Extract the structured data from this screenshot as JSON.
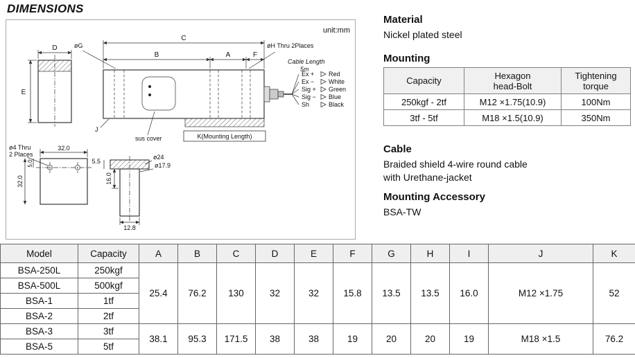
{
  "page": {
    "title": "DIMENSIONS"
  },
  "drawing": {
    "unit": "unit:mm",
    "dims": {
      "D": "D",
      "E": "E",
      "C": "C",
      "B": "B",
      "A": "A",
      "F": "F",
      "phiG": "øG",
      "phiH": "øH Thru 2Places",
      "J": "J",
      "sus_cover": "sus cover",
      "K": "K(Mounting Length)",
      "cable_length": "Cable Length",
      "cable_len_val": "5m",
      "phi4_l1": "ø4 Thru",
      "phi4_l2": "2 Places",
      "w32_top": "32.0",
      "h5": "5.0",
      "h32": "32.0",
      "h55": "5.5",
      "phi24": "ø24",
      "phi179": "ø17.9",
      "h16": "16.0",
      "w128": "12.8"
    },
    "wires": [
      {
        "label": "Ex +",
        "color": "Red"
      },
      {
        "label": "Ex −",
        "color": "White"
      },
      {
        "label": "Sig +",
        "color": "Green"
      },
      {
        "label": "Sig −",
        "color": "Blue"
      },
      {
        "label": "Sh",
        "color": "Black"
      }
    ]
  },
  "info": {
    "material": {
      "heading": "Material",
      "text": "Nickel plated steel"
    },
    "mounting": {
      "heading": "Mounting",
      "table": {
        "headers": [
          "Capacity",
          "Hexagon\nhead-Bolt",
          "Tightening\ntorque"
        ],
        "rows": [
          [
            "250kgf - 2tf",
            "M12 ×1.75(10.9)",
            "100Nm"
          ],
          [
            "3tf - 5tf",
            "M18 ×1.5(10.9)",
            "350Nm"
          ]
        ]
      }
    },
    "cable": {
      "heading": "Cable",
      "text": "Braided shield 4-wire round cable\nwith Urethane-jacket"
    },
    "accessory": {
      "heading": "Mounting Accessory",
      "text": "BSA-TW"
    }
  },
  "spec_table": {
    "headers": [
      "Model",
      "Capacity",
      "A",
      "B",
      "C",
      "D",
      "E",
      "F",
      "G",
      "H",
      "I",
      "J",
      "K"
    ],
    "models": [
      {
        "model": "BSA-250L",
        "capacity": "250kgf"
      },
      {
        "model": "BSA-500L",
        "capacity": "500kgf"
      },
      {
        "model": "BSA-1",
        "capacity": "1tf"
      },
      {
        "model": "BSA-2",
        "capacity": "2tf"
      },
      {
        "model": "BSA-3",
        "capacity": "3tf"
      },
      {
        "model": "BSA-5",
        "capacity": "5tf"
      }
    ],
    "groups": [
      {
        "values": [
          "25.4",
          "76.2",
          "130",
          "32",
          "32",
          "15.8",
          "13.5",
          "13.5",
          "16.0",
          "M12 ×1.75",
          "52"
        ]
      },
      {
        "values": [
          "38.1",
          "95.3",
          "171.5",
          "38",
          "38",
          "19",
          "20",
          "20",
          "19",
          "M18 ×1.5",
          "76.2"
        ]
      }
    ]
  }
}
